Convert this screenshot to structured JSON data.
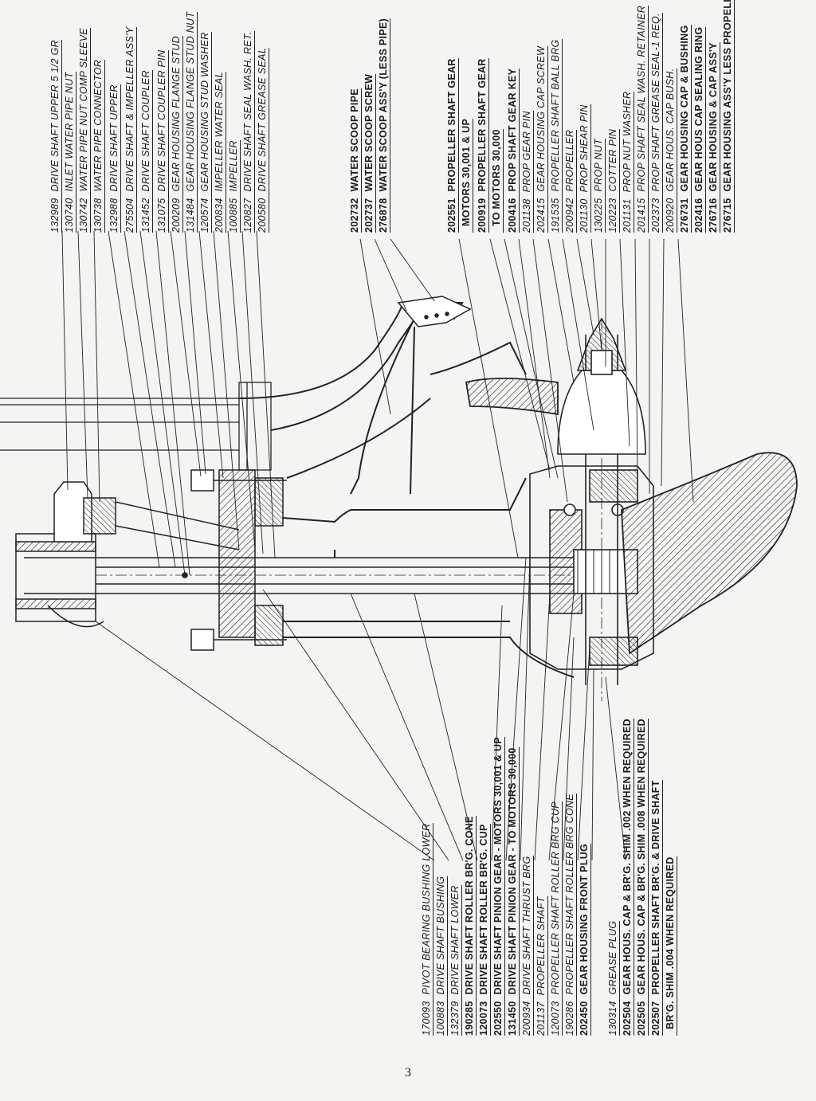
{
  "top_labels": [
    {
      "number": "132989",
      "text": "DRIVE SHAFT UPPER 5 1/2 GR"
    },
    {
      "number": "130740",
      "text": "INLET WATER PIPE NUT"
    },
    {
      "number": "130742",
      "text": "WATER PIPE NUT COMP SLEEVE"
    },
    {
      "number": "130738",
      "text": "WATER PIPE CONNECTOR"
    },
    {
      "number": "132988",
      "text": "DRIVE SHAFT UPPER"
    },
    {
      "number": "275504",
      "text": "DRIVE SHAFT & IMPELLER ASS'Y"
    },
    {
      "number": "131452",
      "text": "DRIVE SHAFT COUPLER"
    },
    {
      "number": "131075",
      "text": "DRIVE SHAFT COUPLER PIN"
    },
    {
      "number": "200209",
      "text": "GEAR HOUSING FLANGE STUD"
    },
    {
      "number": "131484",
      "text": "GEAR HOUSING FLANGE STUD NUT"
    },
    {
      "number": "120574",
      "text": "GEAR HOUSING STUD WASHER"
    },
    {
      "number": "200834",
      "text": "IMPELLER WATER SEAL"
    },
    {
      "number": "100885",
      "text": "IMPELLER"
    },
    {
      "number": "120827",
      "text": "DRIVE SHAFT SEAL WASH. RET."
    },
    {
      "number": "200580",
      "text": "DRIVE SHAFT GREASE SEAL"
    },
    {
      "number": "202732",
      "text": "WATER SCOOP PIPE"
    },
    {
      "number": "202737",
      "text": "WATER SCOOP SCREW"
    },
    {
      "number": "276878",
      "text": "WATER SCOOP ASS'Y (LESS PIPE)"
    },
    {
      "number": "202551",
      "text": "PROPELLER SHAFT GEAR"
    },
    {
      "number": "",
      "text": "MOTORS 30,001 & UP"
    },
    {
      "number": "200919",
      "text": "PROPELLER SHAFT GEAR"
    },
    {
      "number": "",
      "text": "TO MOTORS 30,000"
    },
    {
      "number": "200416",
      "text": "PROP SHAFT GEAR KEY"
    },
    {
      "number": "201138",
      "text": "PROP GEAR PIN"
    },
    {
      "number": "202415",
      "text": "GEAR HOUSING CAP SCREW"
    },
    {
      "number": "191535",
      "text": "PROPELLER SHAFT BALL BRG"
    },
    {
      "number": "200942",
      "text": "PROPELLER"
    },
    {
      "number": "201130",
      "text": "PROP SHEAR PIN"
    },
    {
      "number": "130225",
      "text": "PROP NUT"
    },
    {
      "number": "120223",
      "text": "COTTER PIN"
    },
    {
      "number": "201131",
      "text": "PROP NUT WASHER"
    },
    {
      "number": "201415",
      "text": "PROP SHAFT SEAL WASH. RETAINER"
    },
    {
      "number": "202373",
      "text": "PROP SHAFT GREASE SEAL-1 REQ."
    },
    {
      "number": "200920",
      "text": "GEAR HOUS. CAP BUSH."
    },
    {
      "number": "276731",
      "text": "GEAR HOUSING CAP & BUSHING"
    },
    {
      "number": "202416",
      "text": "GEAR HOUS CAP SEALING RING"
    },
    {
      "number": "276716",
      "text": "GEAR HOUSING & CAP ASS'Y"
    },
    {
      "number": "276715",
      "text": "GEAR HOUSING ASS'Y LESS PROPELLER"
    }
  ],
  "bottom_labels": [
    {
      "number": "170093",
      "text": "PIVOT BEARING BUSHING LOWER"
    },
    {
      "number": "100883",
      "text": "DRIVE SHAFT BUSHING"
    },
    {
      "number": "132379",
      "text": "DRIVE SHAFT LOWER"
    },
    {
      "number": "190285",
      "text": "DRIVE SHAFT ROLLER BR'G. CONE"
    },
    {
      "number": "120073",
      "text": "DRIVE SHAFT ROLLER BR'G. CUP"
    },
    {
      "number": "202550",
      "text": "DRIVE SHAFT PINION GEAR - MOTORS 30,001 & UP"
    },
    {
      "number": "131450",
      "text": "DRIVE SHAFT PINION GEAR - TO MOTORS 30,000"
    },
    {
      "number": "200934",
      "text": "DRIVE SHAFT THRUST BRG"
    },
    {
      "number": "201137",
      "text": "PROPELLER SHAFT"
    },
    {
      "number": "120073",
      "text": "PROPELLER SHAFT ROLLER BRG CUP"
    },
    {
      "number": "190286",
      "text": "PROPELLER SHAFT ROLLER BRG CONE"
    },
    {
      "number": "202450",
      "text": "GEAR HOUSING FRONT PLUG"
    },
    {
      "number": "",
      "text": ""
    },
    {
      "number": "130314",
      "text": "GREASE PLUG"
    },
    {
      "number": "202504",
      "text": "GEAR HOUS. CAP & BR'G. SHIM .002 WHEN REQUIRED"
    },
    {
      "number": "202505",
      "text": "GEAR HOUS. CAP & BR'G. SHIM .008 WHEN REQUIRED"
    },
    {
      "number": "202507",
      "text": "PROPELLER SHAFT BR'G. & DRIVE SHAFT"
    },
    {
      "number": "",
      "text": "BR'G. SHIM .004 WHEN REQUIRED"
    }
  ],
  "page_number": "3"
}
